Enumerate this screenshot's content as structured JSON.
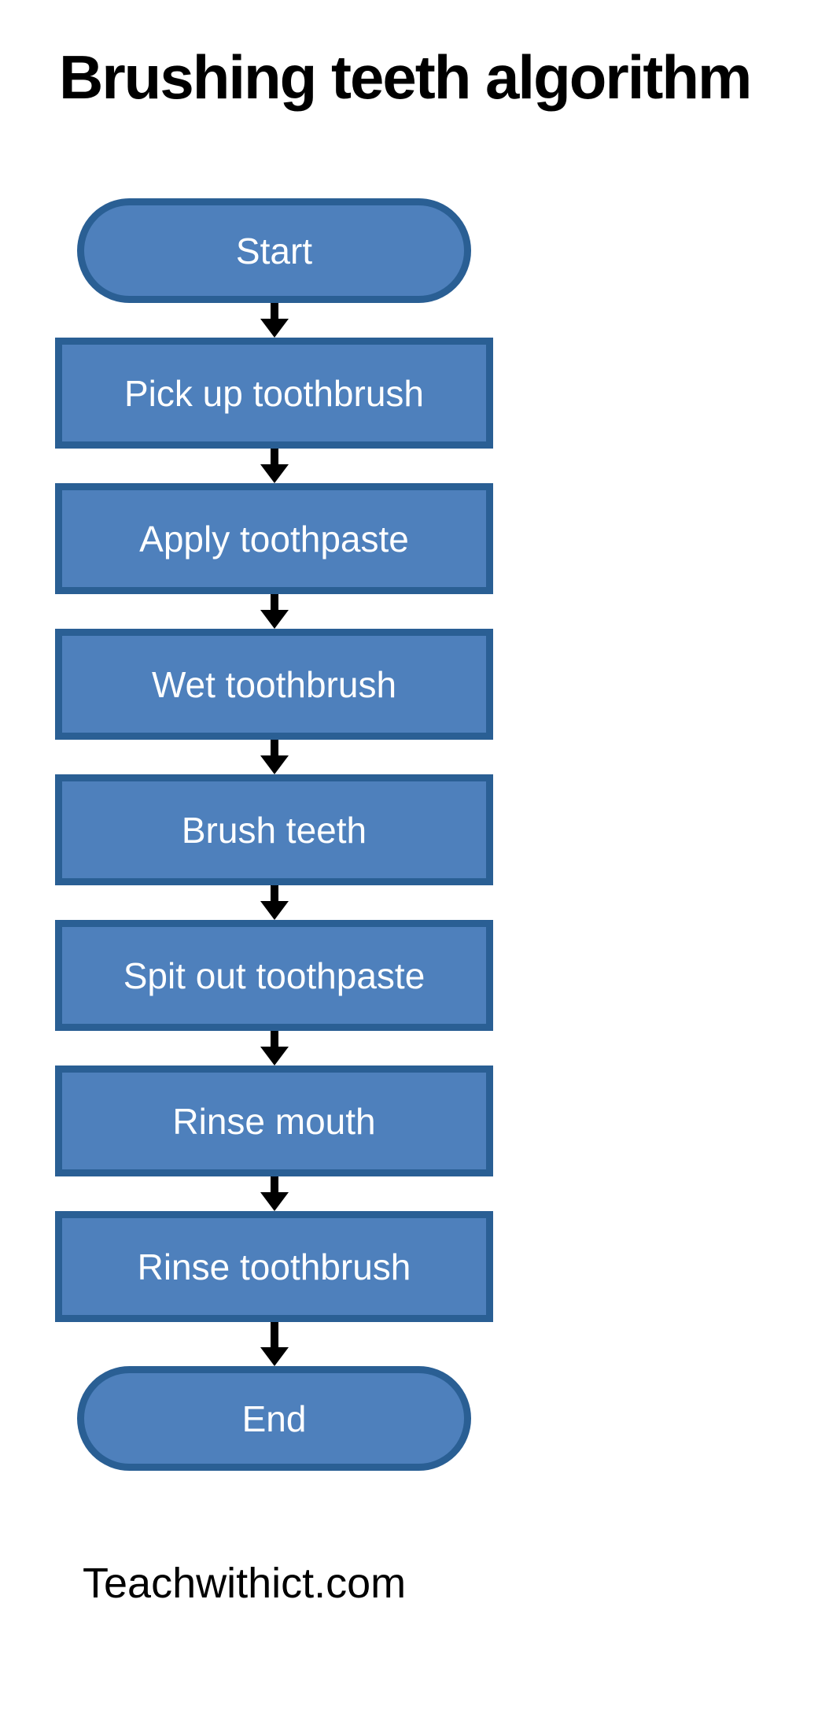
{
  "page": {
    "title": "Brushing teeth algorithm",
    "footer": "Teachwithict.com"
  },
  "flowchart": {
    "nodes": [
      {
        "type": "terminator",
        "label": "Start"
      },
      {
        "type": "process",
        "label": "Pick up toothbrush"
      },
      {
        "type": "process",
        "label": "Apply toothpaste"
      },
      {
        "type": "process",
        "label": "Wet toothbrush"
      },
      {
        "type": "process",
        "label": "Brush teeth"
      },
      {
        "type": "process",
        "label": "Spit out toothpaste"
      },
      {
        "type": "process",
        "label": "Rinse mouth"
      },
      {
        "type": "process",
        "label": "Rinse toothbrush"
      },
      {
        "type": "terminator",
        "label": "End"
      }
    ],
    "connector_icon": "arrow-down"
  },
  "colors": {
    "node_fill": "#4E80BC",
    "node_border": "#2A5F94",
    "node_text": "#FFFFFF",
    "arrow": "#000000",
    "title_text": "#000000",
    "footer_text": "#000000",
    "background": "#FFFFFF"
  }
}
